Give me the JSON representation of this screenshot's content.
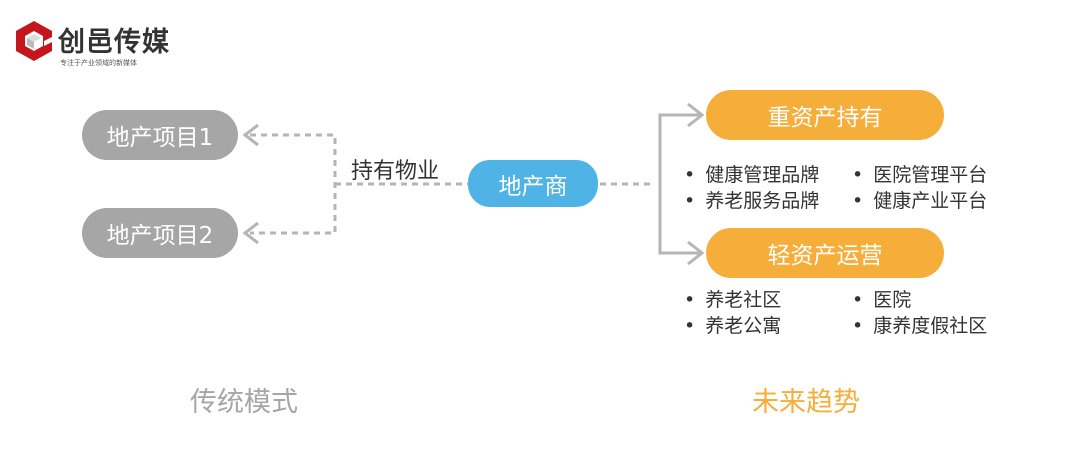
{
  "logo": {
    "name": "创邑传媒",
    "slogan": "专注于产业领域的新媒体"
  },
  "left": {
    "projects": [
      "地产项目1",
      "地产项目2"
    ],
    "edge_label": "持有物业",
    "footer": "传统模式"
  },
  "center": {
    "label": "地产商"
  },
  "right": {
    "heavy": {
      "label": "重资产持有",
      "items": [
        "健康管理品牌",
        "医院管理平台",
        "养老服务品牌",
        "健康产业平台"
      ]
    },
    "light": {
      "label": "轻资产运营",
      "items": [
        "养老社区",
        "医院",
        "养老公寓",
        "康养度假社区"
      ]
    },
    "footer": "未来趋势"
  },
  "colors": {
    "gray": "#a6a6a6",
    "blue": "#4fb3e6",
    "orange": "#f6ae3b",
    "logo_red": "#c4161c"
  }
}
